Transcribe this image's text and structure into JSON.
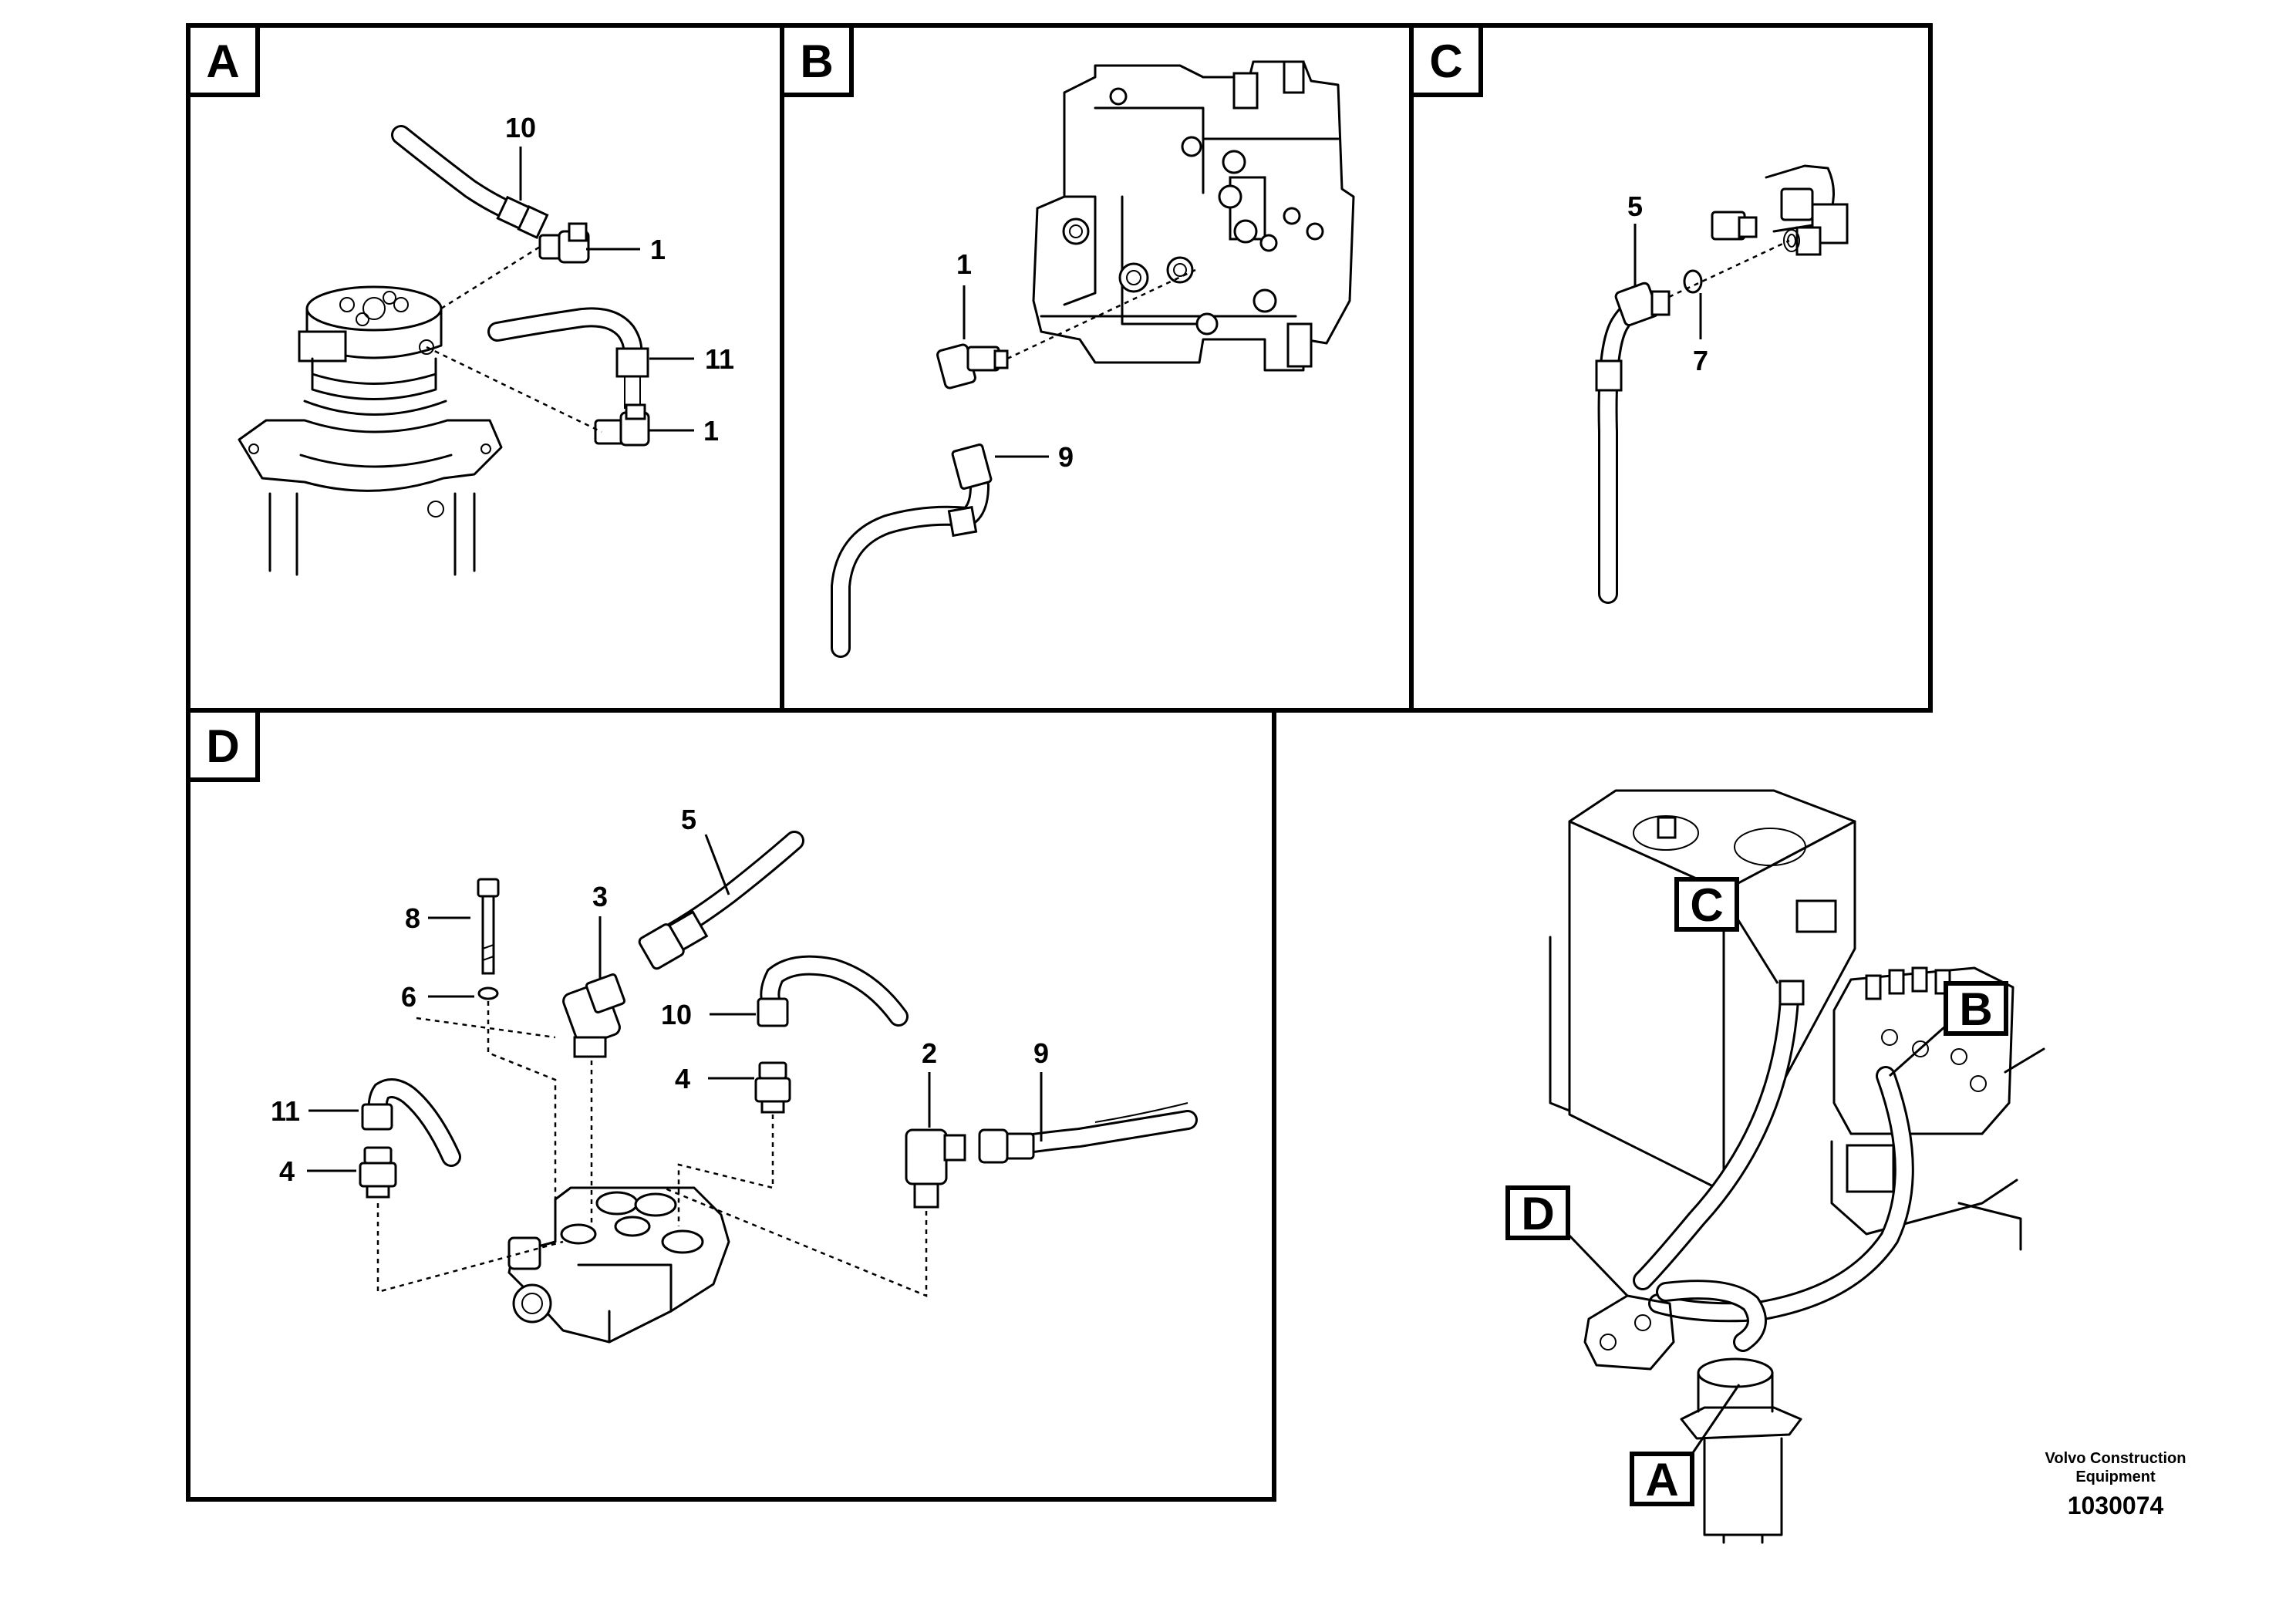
{
  "panels": {
    "a": {
      "label": "A",
      "callouts": [
        "10",
        "1",
        "11",
        "1"
      ]
    },
    "b": {
      "label": "B",
      "callouts": [
        "1",
        "9"
      ]
    },
    "c": {
      "label": "C",
      "callouts": [
        "5",
        "7"
      ]
    },
    "d": {
      "label": "D",
      "callouts": [
        "5",
        "8",
        "3",
        "6",
        "10",
        "4",
        "11",
        "4",
        "2",
        "9"
      ]
    }
  },
  "overview": {
    "labels": [
      "C",
      "B",
      "D",
      "A"
    ]
  },
  "credit": {
    "line1": "Volvo Construction",
    "line2": "Equipment",
    "number": "1030074"
  }
}
